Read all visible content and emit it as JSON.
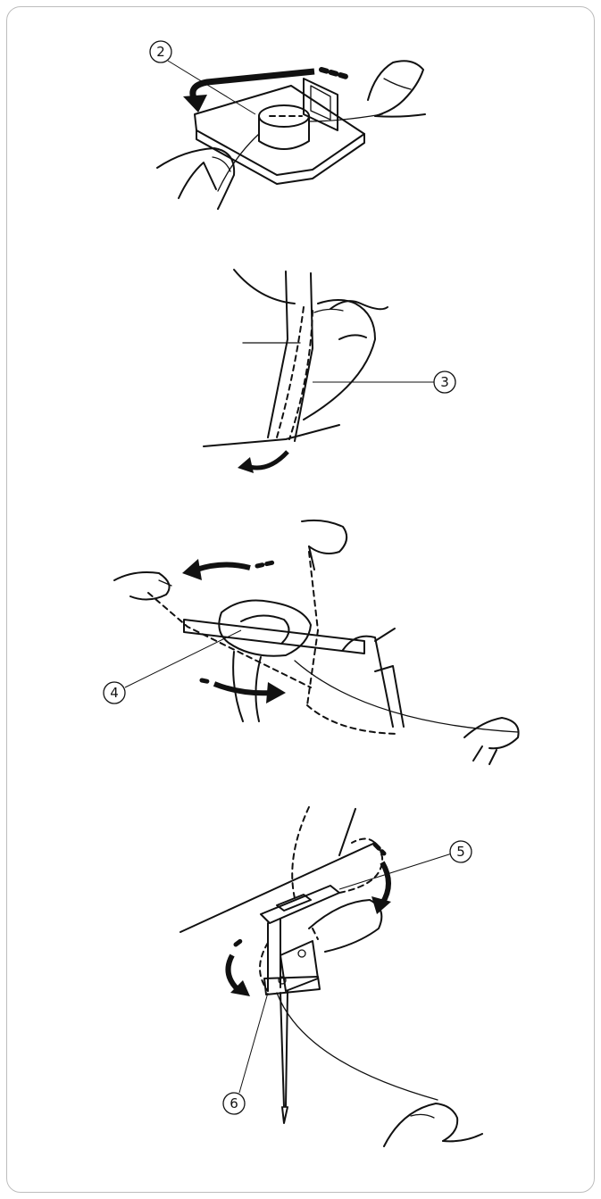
{
  "callouts": {
    "c2": "2",
    "c3": "3",
    "c4": "4",
    "c5": "5",
    "c6": "6"
  },
  "icons": [
    "thread-spool-icon",
    "curved-arrow-icon",
    "hand-icon",
    "needle-icon"
  ]
}
